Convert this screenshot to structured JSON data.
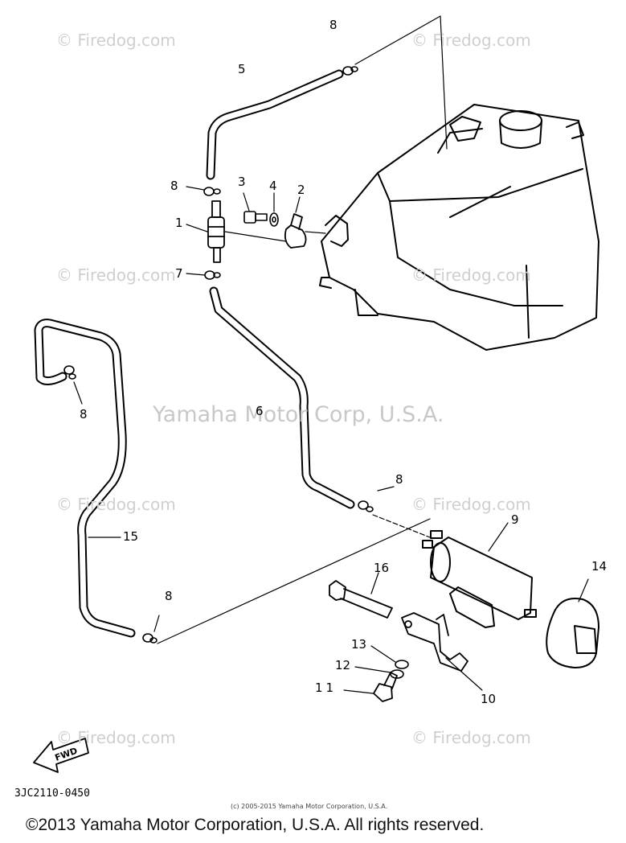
{
  "watermarks": {
    "firedog": "© Firedog.com",
    "center": "Yamaha Motor Corp, U.S.A."
  },
  "callouts": [
    "1",
    "2",
    "3",
    "4",
    "5",
    "6",
    "7",
    "8",
    "9",
    "10",
    "11",
    "12",
    "13",
    "14",
    "15",
    "16"
  ],
  "fwd_label": "FWD",
  "part_code": "3JC2110-0450",
  "small_copyright": "(c) 2005-2015 Yamaha Motor Corporation, U.S.A.",
  "footer_copyright": "©2013 Yamaha Motor Corporation, U.S.A. All rights reserved.",
  "colors": {
    "line": "#000000",
    "watermark": "#cfcfcf"
  }
}
